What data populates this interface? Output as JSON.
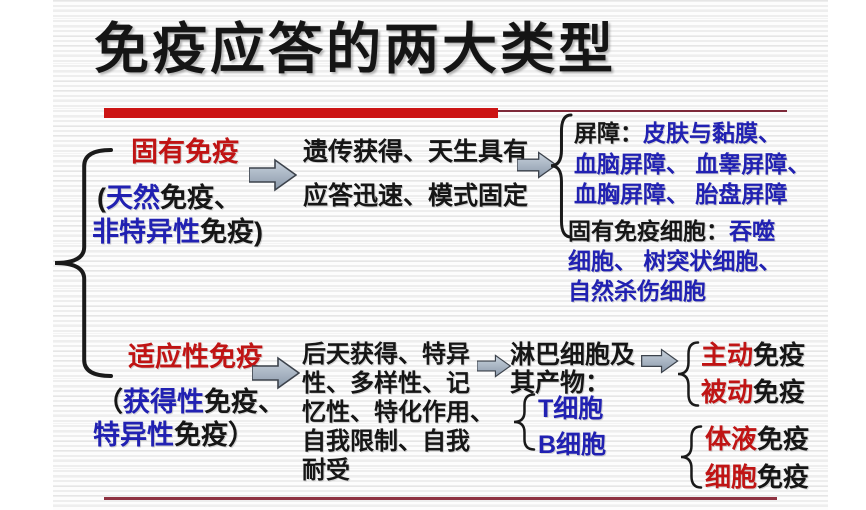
{
  "slide": {
    "title": "免疫应答的两大类型",
    "colors": {
      "heading_red": "#c01414",
      "term_blue": "#2121b2",
      "body_black": "#161616",
      "title_bar_red": "#cc1414",
      "thin_rule_maroon": "#7e2a3a",
      "bottom_rule_maroon": "#8f3342",
      "arrow_fill": "#a9b7c6",
      "arrow_stroke": "#3d434c"
    }
  },
  "innate": {
    "heading": "固有免疫",
    "alias_open": "(",
    "alias_blue1": "天然",
    "alias_black1": "免疫、",
    "alias_blue2": "非特异性",
    "alias_black2": "免疫)",
    "traits_line1": "遗传获得、天生具有",
    "traits_line2": "应答迅速、模式固定"
  },
  "barriers": {
    "label": "屏障：",
    "line1": "皮肤与黏膜、",
    "line2": "血脑屏障、 血睾屏障、",
    "line3": "血胸屏障、 胎盘屏障"
  },
  "innate_cells": {
    "label": "固有免疫细胞：",
    "line1": "吞噬",
    "line2": "细胞、 树突状细胞、",
    "line3": "自然杀伤细胞"
  },
  "adaptive": {
    "heading": "适应性免疫",
    "alias_open": "（",
    "alias_blue1": "获得性",
    "alias_black1": "免疫、",
    "alias_blue2": "特异性",
    "alias_black2": "免疫）",
    "traits": [
      "后天获得、特异",
      "性、多样性、记",
      "忆性、特化作用、",
      "自我限制、自我",
      "耐受"
    ]
  },
  "lymph": {
    "line1": "淋巴细胞及",
    "line2": "其产物：",
    "t_cell": "T细胞",
    "b_cell": "B细胞"
  },
  "outcomes": {
    "active_key": "主动",
    "active_suffix": "免疫",
    "passive_key": "被动",
    "passive_suffix": "免疫",
    "humoral_key": "体液",
    "humoral_suffix": "免疫",
    "cellular_key": "细胞",
    "cellular_suffix": "免疫"
  }
}
